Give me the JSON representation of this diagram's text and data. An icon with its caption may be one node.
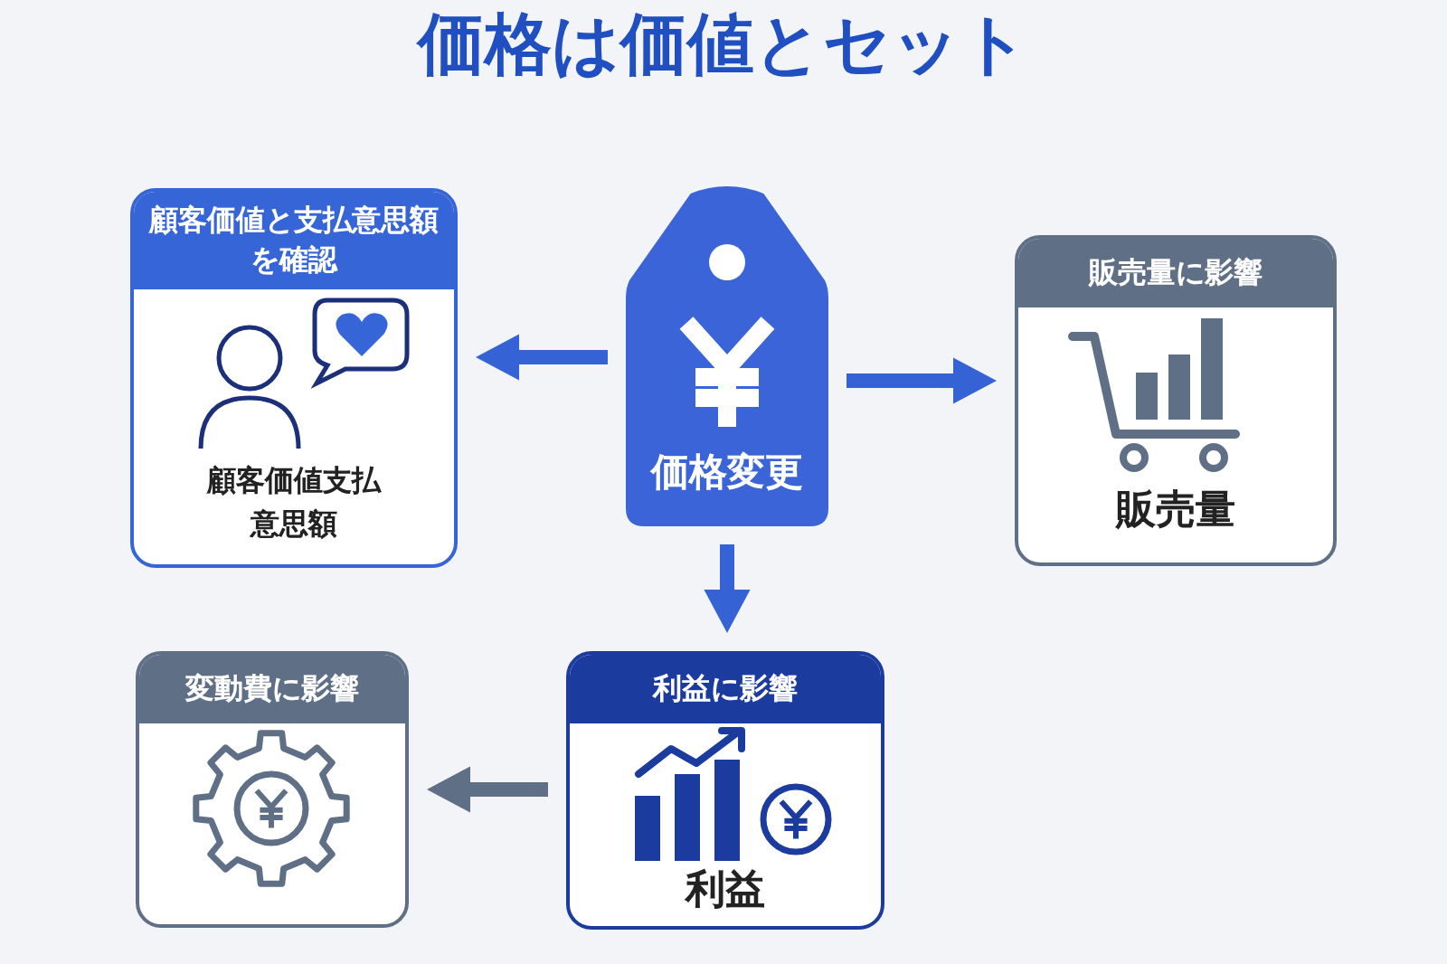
{
  "diagram": {
    "title": "価格は価値とセット",
    "nodes": [
      {
        "text": [
          "価格変更"
        ]
      },
      {
        "text": [
          "顧客価値と支払意思額を確認",
          "顧客価値支払意思額"
        ]
      },
      {
        "text": [
          "販売量に影響",
          "販売量"
        ]
      },
      {
        "text": [
          "利益に影響",
          "利益"
        ]
      },
      {
        "text": [
          "変動費に影響"
        ]
      }
    ],
    "edges": [
      {
        "from": 0,
        "to": 1,
        "arrow": "to"
      },
      {
        "from": 0,
        "to": 2,
        "arrow": "to"
      },
      {
        "from": 0,
        "to": 3,
        "arrow": "to"
      },
      {
        "from": 3,
        "to": 4,
        "arrow": "to",
        "color": "#5f7086"
      }
    ]
  }
}
